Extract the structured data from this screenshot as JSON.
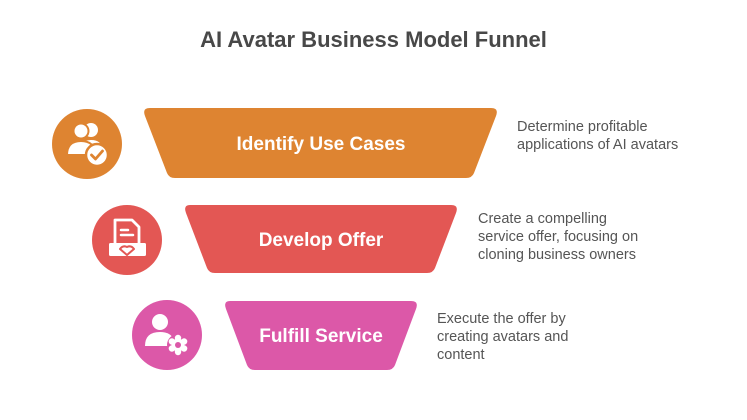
{
  "title": "AI Avatar Business Model Funnel",
  "stages": [
    {
      "label": "Identify Use Cases",
      "description": "Determine profitable applications of AI avatars",
      "icon": "users-check-icon",
      "color": "#DE8431"
    },
    {
      "label": "Develop Offer",
      "description": "Create a compelling service offer, focusing on cloning business owners",
      "icon": "document-handshake-icon",
      "color": "#E35754"
    },
    {
      "label": "Fulfill Service",
      "description": "Execute the offer by creating avatars and content",
      "icon": "user-gear-icon",
      "color": "#DC58A8"
    }
  ]
}
